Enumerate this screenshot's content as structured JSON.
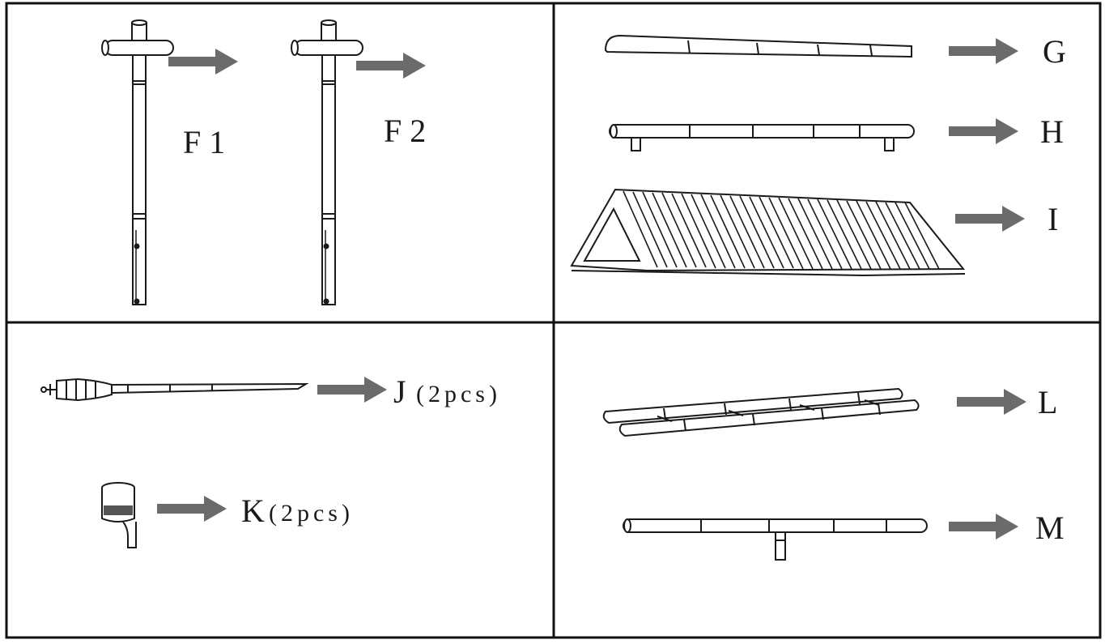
{
  "parts": {
    "f1": {
      "label": "F 1"
    },
    "f2": {
      "label": "F 2"
    },
    "g": {
      "label": "G"
    },
    "h": {
      "label": "H"
    },
    "i": {
      "label": "I"
    },
    "j": {
      "label": "J",
      "qty": "(2pcs)"
    },
    "k": {
      "label": "K",
      "qty": "(2pcs)"
    },
    "l": {
      "label": "L"
    },
    "m": {
      "label": "M"
    }
  },
  "colors": {
    "ink": "#1a1a1a",
    "arrow": "#6b6b6b",
    "frame": "#111111"
  },
  "icons": [
    "post-icon",
    "rail-icon",
    "bar-icon",
    "roof-ramp-icon",
    "bell-pole-icon",
    "cup-bracket-icon",
    "double-rail-icon",
    "tee-bar-icon",
    "arrow-right-icon"
  ]
}
